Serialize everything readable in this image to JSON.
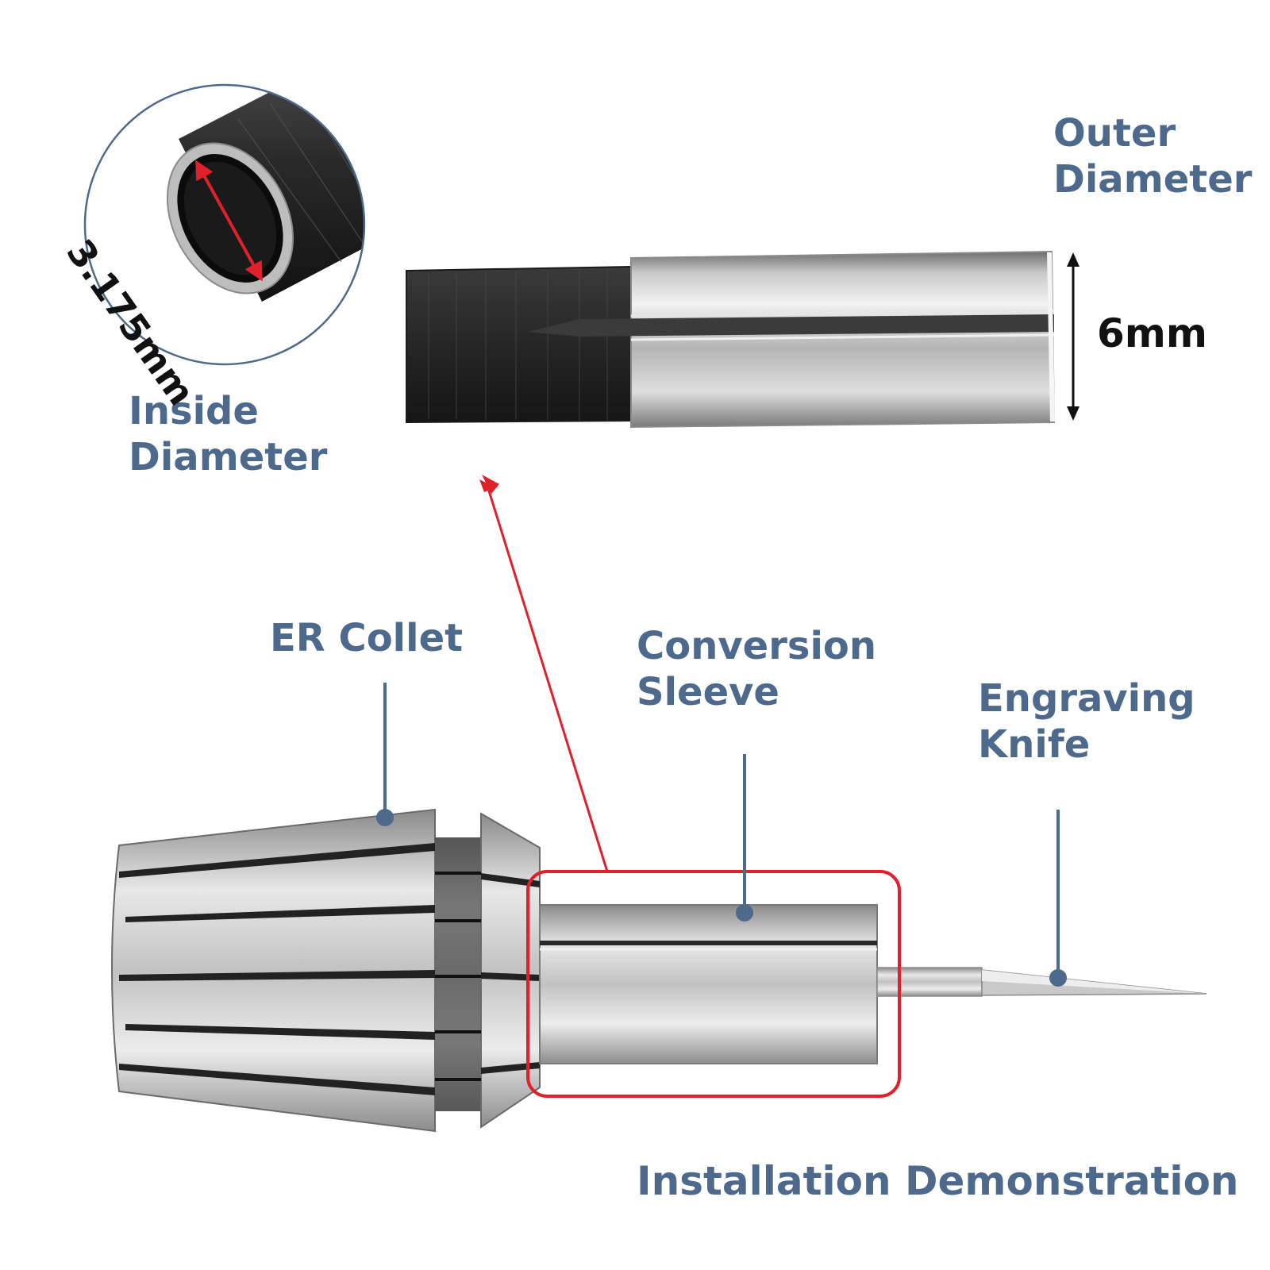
{
  "labels": {
    "outer_diameter": [
      "Outer",
      "Diameter"
    ],
    "outer_value": "6mm",
    "inside_diameter": [
      "Inside",
      "Diameter"
    ],
    "inside_value": "3.175mm",
    "er_collet": "ER Collet",
    "conversion_sleeve": [
      "Conversion",
      "Sleeve"
    ],
    "engraving_knife": [
      "Engraving",
      "Knife"
    ],
    "caption": "Installation Demonstration"
  },
  "colors": {
    "label_blue": "#4d6a8c",
    "highlight_red": "#e0202a",
    "dimension_black": "#111111"
  },
  "icons": [
    "circle-zoom-inset",
    "up-down-dimension-arrow",
    "red-callout-arrow"
  ]
}
